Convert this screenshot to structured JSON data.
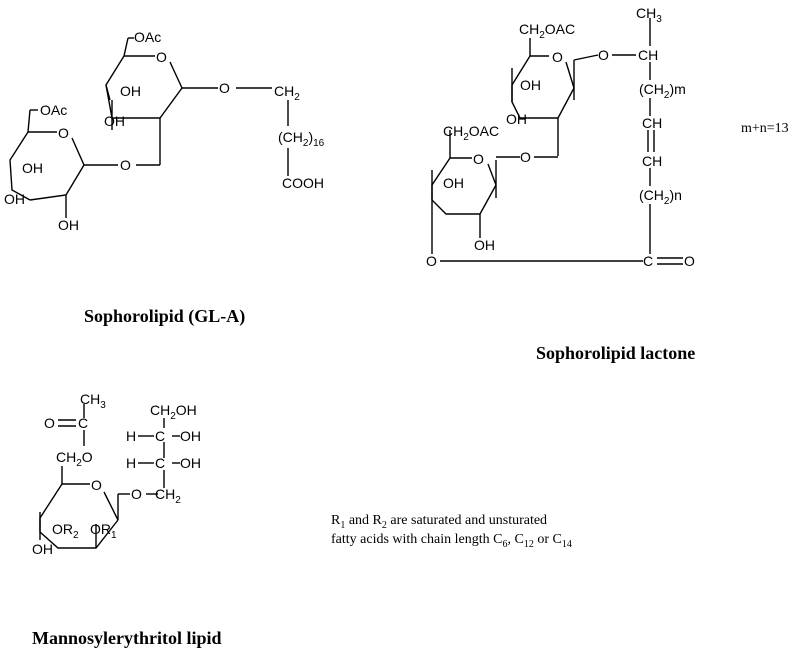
{
  "captions": {
    "gla": "Sophorolipid (GL-A)",
    "lactone": "Sophorolipid lactone",
    "mel": "Mannosylerythritol lipid"
  },
  "gla": {
    "oac_top": "OAc",
    "oac_left": "OAc",
    "o_ring_top": "O",
    "o_ring_left": "O",
    "oh_a": "OH",
    "oh_b": "OH",
    "oh_c": "OH",
    "oh_d": "OH",
    "oh_e": "OH",
    "o_link": "O",
    "o_glyco": "O",
    "ch2_top": "CH",
    "ch2_top_sub": "2",
    "ch2_chain": "(CH",
    "ch2_chain_sub": "2",
    "ch2_chain_close": ")",
    "ch2_chain_count": "16",
    "cooh": "COOH"
  },
  "lactone": {
    "ch2oac_top": "CH",
    "ch2oac_top_sub": "2",
    "ch2oac_top_rest": "OAC",
    "ch2oac_left": "CH",
    "ch2oac_left_sub": "2",
    "ch2oac_left_rest": "OAC",
    "o_ring_top": "O",
    "o_ring_left": "O",
    "oh_a": "OH",
    "oh_b": "OH",
    "oh_c": "OH",
    "oh_d": "OH",
    "o_glyco": "O",
    "o_link": "O",
    "o_lactone": "O",
    "ch3": "CH",
    "ch3_sub": "3",
    "ch_top": "CH",
    "ch2m": "(CH",
    "ch2m_sub": "2",
    "ch2m_close": ")m",
    "ch_a": "CH",
    "ch_b": "CH",
    "ch2n": "(CH",
    "ch2n_sub": "2",
    "ch2n_close": ")n",
    "carbonyl_c": "C",
    "carbonyl_o": "O",
    "mn_note": "m+n=13"
  },
  "mel": {
    "ch3": "CH",
    "ch3_sub": "3",
    "carbonyl_o": "O",
    "carbonyl_c": "C",
    "ch2o": "CH",
    "ch2o_sub": "2",
    "ch2o_rest": "O",
    "o_ring": "O",
    "or2": "OR",
    "or2_sub": "2",
    "or1": "OR",
    "or1_sub": "1",
    "oh_ring": "OH",
    "ch2oh": "CH",
    "ch2oh_sub": "2",
    "ch2oh_rest": "OH",
    "h1": "H",
    "c1": "C",
    "oh1": "OH",
    "h2": "H",
    "c2": "C",
    "oh2": "OH",
    "o_link": "O",
    "ch2_link": "CH",
    "ch2_link_sub": "2"
  },
  "note": {
    "r1": "R",
    "r1_sub": "1",
    "and": " and R",
    "r2_sub": "2",
    "line1_rest": " are saturated and unsturated",
    "line2_a": "fatty acids with chain length C",
    "c6_sub": "6",
    "line2_b": ", C",
    "c12_sub": "12",
    "line2_c": " or C",
    "c14_sub": "14"
  }
}
